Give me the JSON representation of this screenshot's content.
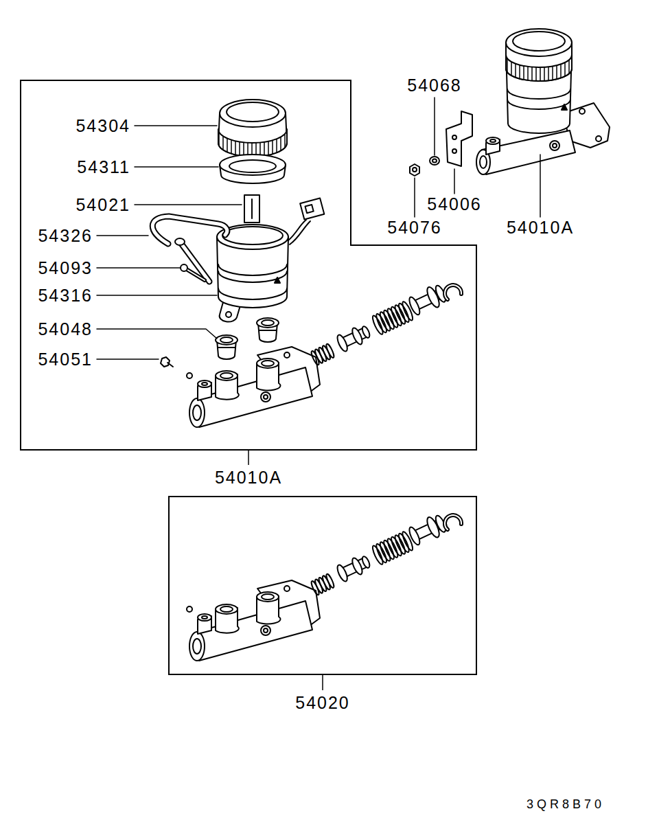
{
  "diagram": {
    "nodes": [
      {
        "text": [
          "54010A"
        ]
      },
      {
        "text": [
          "54020"
        ]
      }
    ],
    "labels": [
      "54304",
      "54311",
      "54021",
      "54326",
      "54093",
      "54316",
      "54048",
      "54051",
      "54068",
      "54006",
      "54076",
      "54010A",
      "3QR8B70"
    ]
  }
}
